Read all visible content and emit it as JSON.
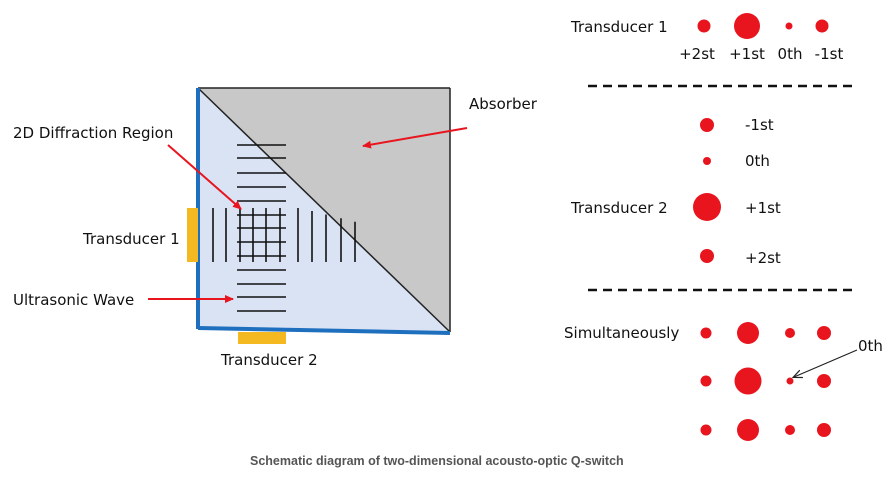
{
  "labels": {
    "absorber": "Absorber",
    "diffraction_region": "2D Diffraction Region",
    "transducer1": "Transducer 1",
    "ultrasonic_wave": "Ultrasonic Wave",
    "transducer2": "Transducer 2"
  },
  "panel_top": {
    "title": "Transducer 1",
    "orders": [
      "+2st",
      "+1st",
      "0th",
      "-1st"
    ]
  },
  "panel_middle": {
    "title": "Transducer 2",
    "orders": [
      "-1st",
      "0th",
      "+1st",
      "+2st"
    ]
  },
  "panel_bottom": {
    "title": "Simultaneously",
    "annotation": "0th"
  },
  "caption": "Schematic diagram of two-dimensional acousto-optic Q-switch",
  "colors": {
    "spot": "#e8141e",
    "arrow": "#e8141e",
    "border_blue": "#1f6fbf",
    "fill_light": "#d9e3f4",
    "absorber": "#c8c8c8",
    "transducer": "#f4b820"
  }
}
